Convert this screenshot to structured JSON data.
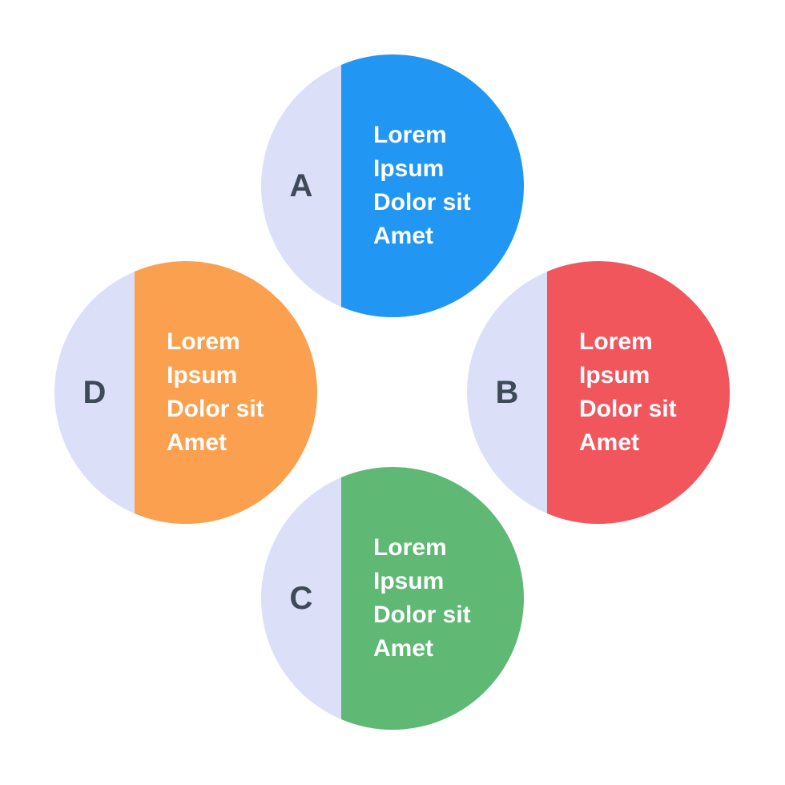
{
  "colors": {
    "side_panel": "#dcdff8",
    "letter": "#3d4a57",
    "a": "#2196f3",
    "b": "#f2565d",
    "c": "#5fb873",
    "d": "#fba04e"
  },
  "nodes": {
    "a": {
      "letter": "A",
      "lines": [
        "Lorem",
        "Ipsum",
        "Dolor sit",
        "Amet"
      ]
    },
    "b": {
      "letter": "B",
      "lines": [
        "Lorem",
        "Ipsum",
        "Dolor sit",
        "Amet"
      ]
    },
    "c": {
      "letter": "C",
      "lines": [
        "Lorem",
        "Ipsum",
        "Dolor sit",
        "Amet"
      ]
    },
    "d": {
      "letter": "D",
      "lines": [
        "Lorem",
        "Ipsum",
        "Dolor sit",
        "Amet"
      ]
    }
  }
}
